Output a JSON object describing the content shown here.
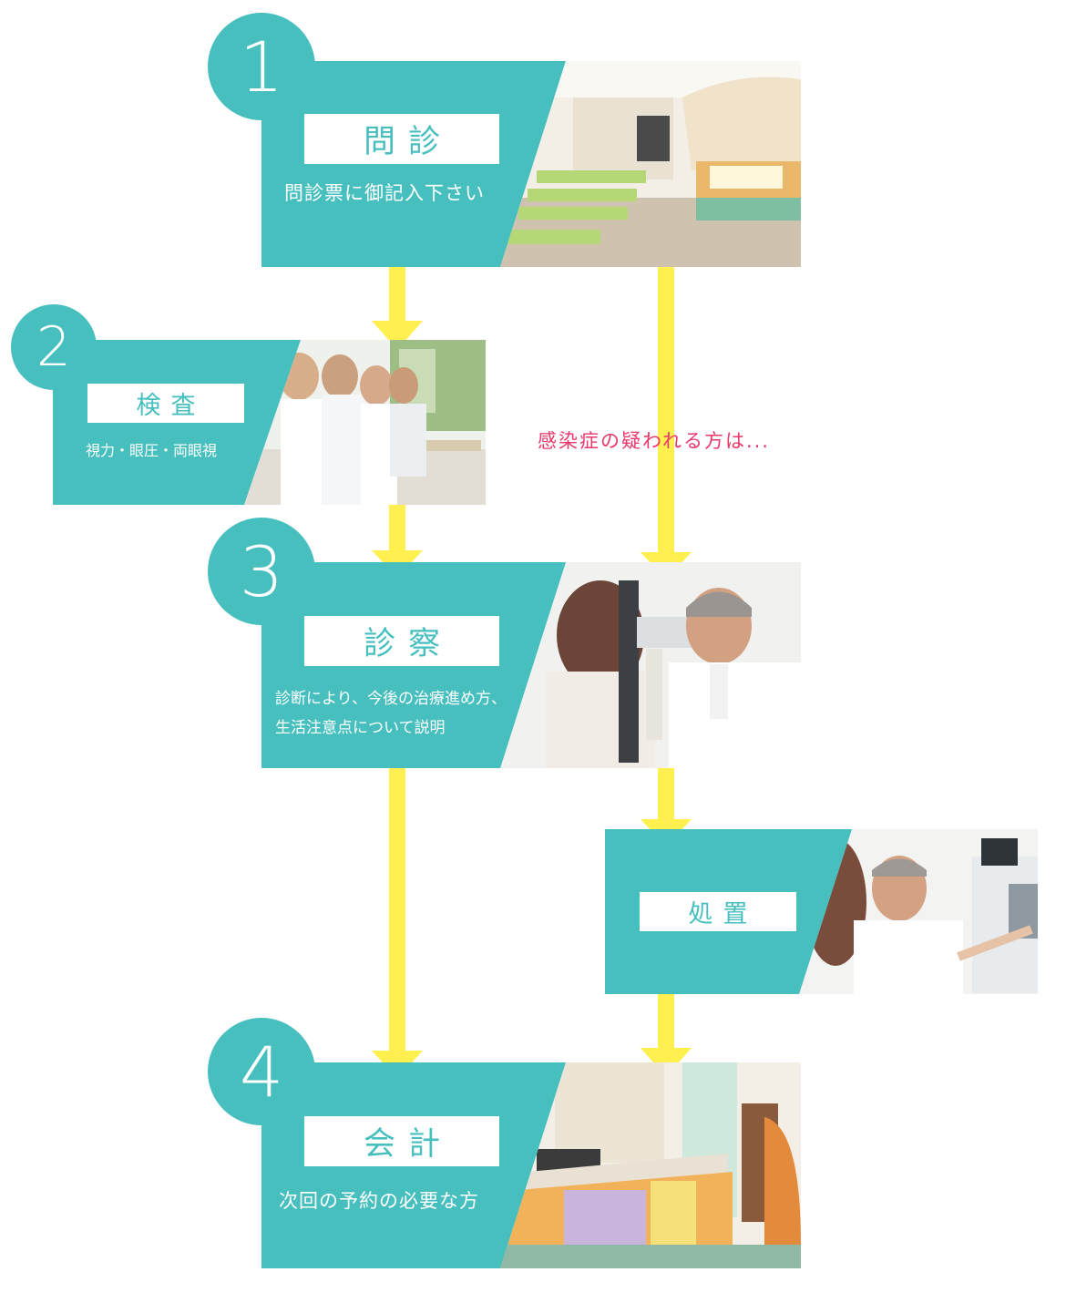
{
  "colors": {
    "teal": "#48bfbf",
    "arrow_yellow": "#fff050",
    "note_pink": "#e8386a",
    "white": "#ffffff"
  },
  "steps": [
    {
      "number": "1",
      "title": "問診",
      "subtitle": "問診票に御記入下さい",
      "photo": "waiting-room-photo"
    },
    {
      "number": "2",
      "title": "検査",
      "subtitle": "視力・眼圧・両眼視",
      "photo": "examination-staff-photo"
    },
    {
      "number": "3",
      "title": "診察",
      "subtitle_lines": [
        "診断により、今後の治療進め方、",
        "生活注意点について説明"
      ],
      "photo": "doctor-slit-lamp-photo"
    },
    {
      "number": "4",
      "title": "会計",
      "subtitle": "次回の予約の必要な方",
      "photo": "reception-desk-photo"
    }
  ],
  "treatment": {
    "title": "処置",
    "photo": "doctor-treatment-photo"
  },
  "infection_note": "感染症の疑われる方は..."
}
